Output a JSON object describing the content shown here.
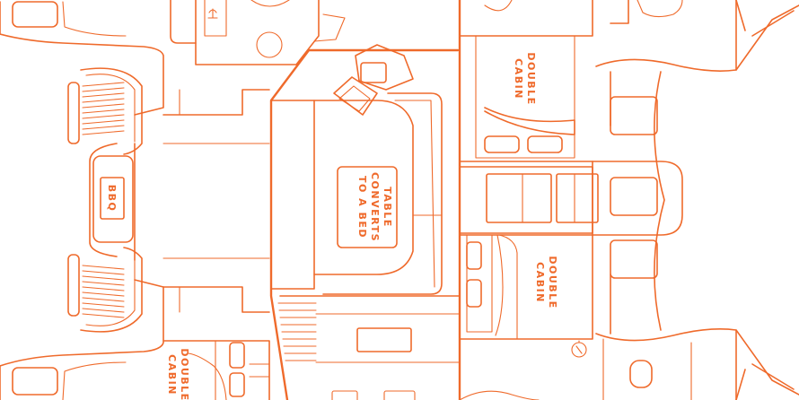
{
  "colors": {
    "line": "#ef6a2b",
    "background": "#ffffff"
  },
  "labels": {
    "bbq": "BBQ",
    "table_line1": "TABLE",
    "table_line2": "CONVERTS",
    "table_line3": "TO A BED",
    "cabin_top_line1": "DOUBLE",
    "cabin_top_line2": "CABIN",
    "cabin_right_line1": "DOUBLE",
    "cabin_right_line2": "CABIN",
    "cabin_bottom_line1": "DOUBLE",
    "cabin_bottom_line2": "CABIN"
  }
}
